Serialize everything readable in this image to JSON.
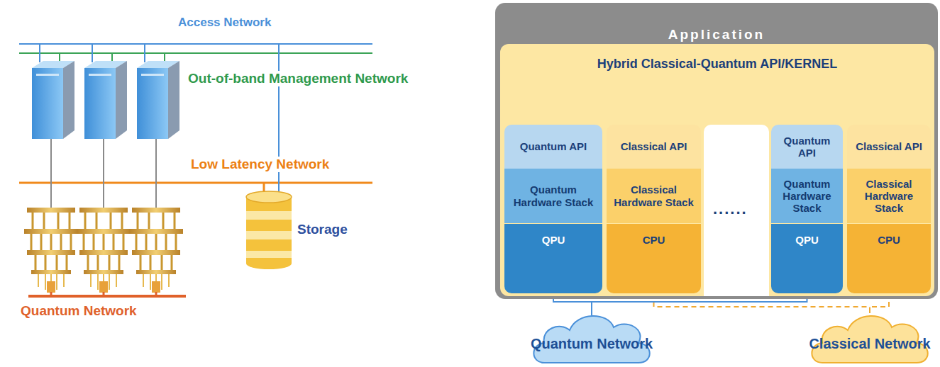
{
  "diagram": {
    "nodes": [
      {
        "text": [
          "Application"
        ]
      },
      {
        "text": [
          "Hybrid Classical-Quantum API/KERNEL"
        ],
        "in": 0
      },
      {
        "text": [
          "Quantum API"
        ],
        "in": 1
      },
      {
        "text": [
          "Quantum Hardware Stack"
        ],
        "in": 1
      },
      {
        "text": [
          "QPU"
        ],
        "in": 1
      },
      {
        "text": [
          "Classical API"
        ],
        "in": 1
      },
      {
        "text": [
          "Classical Hardware Stack"
        ],
        "in": 1
      },
      {
        "text": [
          "CPU"
        ],
        "in": 1
      },
      {
        "text": [
          "Quantum API"
        ],
        "in": 1
      },
      {
        "text": [
          "Quantum Hardware Stack"
        ],
        "in": 1
      },
      {
        "text": [
          "QPU"
        ],
        "in": 1
      },
      {
        "text": [
          "Classical API"
        ],
        "in": 1
      },
      {
        "text": [
          "Classical Hardware Stack"
        ],
        "in": 1
      },
      {
        "text": [
          "CPU"
        ],
        "in": 1
      },
      {
        "text": [
          "Quantum Network"
        ]
      },
      {
        "text": [
          "Classical Network"
        ]
      }
    ],
    "edges": [
      {
        "from": 4,
        "to": 14,
        "arrow": "none"
      },
      {
        "from": 10,
        "to": 14,
        "arrow": "none"
      },
      {
        "from": 7,
        "to": 15,
        "arrow": "none"
      },
      {
        "from": 13,
        "to": 15,
        "arrow": "none"
      }
    ],
    "labels": [
      "Access Network",
      "Out-of-band Management Network",
      "Low Latency Network",
      "Storage",
      "Quantum Network",
      "......"
    ]
  }
}
